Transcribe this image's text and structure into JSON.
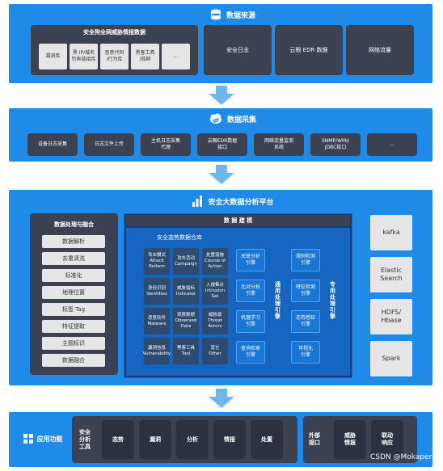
{
  "sources": {
    "title": "数据来源",
    "threat_group": {
      "title": "安全狗全网威胁情报数据",
      "items": [
        "漏洞库",
        "黑 IP/域名\n钓鱼链接库",
        "恶意代码\n/行为库",
        "黑客工具\n/族群",
        "..."
      ]
    },
    "cards": [
      "安全日志",
      "云眼 EDR 数据",
      "网络流量"
    ]
  },
  "collection": {
    "title": "数据采集",
    "items": [
      "设备日志采集",
      "日志文件上传",
      "主机日志采集\n代理",
      "云眼EDR数据\n接口",
      "网络流量监测\n系统",
      "SNMP/WMI/\nJDBC接口",
      "..."
    ]
  },
  "platform": {
    "title": "安全大数据分析平台",
    "processing": {
      "title": "数据处理与融合",
      "items": [
        "数据解析",
        "去重清洗",
        "标准化",
        "地理位置",
        "标签 Tag",
        "特征提取",
        "主题标识",
        "数据融合"
      ]
    },
    "modeling": {
      "title": "数 据 建 模",
      "warehouse_title": "安全态势数据仓库",
      "cells": [
        "攻击模式\nAttack\nPattern",
        "攻击活动\nCampaign",
        "处置措施\nCourse of\nAction",
        "身份识别\nIdentities",
        "威胁指标\nIndicator",
        "入侵集合\nIntrusion\nSet",
        "恶意软件\nMalware",
        "观察数据\nObserved\nData",
        "威胁源\nThreat\nActors",
        "漏洞信息\nVulnerability",
        "黑客工具\nTool",
        "其它\nOther"
      ],
      "general_engines": [
        "关联分析\n引擎",
        "比对分析\n引擎",
        "机器学习\n引擎",
        "查询检索\n引擎"
      ],
      "general_label": "通用处理引擎",
      "special_engines": [
        "规则检测\n引擎",
        "特征检测\n引擎",
        "态势感知\n引擎",
        "可视化\n引擎"
      ],
      "special_label": "专用处理引擎"
    },
    "storage": [
      "kafka",
      "Elastic\nSearch",
      "HDFS/\nHbase",
      "Spark"
    ]
  },
  "apps": {
    "title": "应用功能",
    "tools_label": "安全\n分析\n工具",
    "tools": [
      "态势",
      "漏洞",
      "分析",
      "情报",
      "处置"
    ],
    "interface_label": "外部\n接口",
    "interfaces": [
      "威胁\n情报",
      "联动\n响应"
    ]
  },
  "watermark": "CSDN @Mokapeng"
}
